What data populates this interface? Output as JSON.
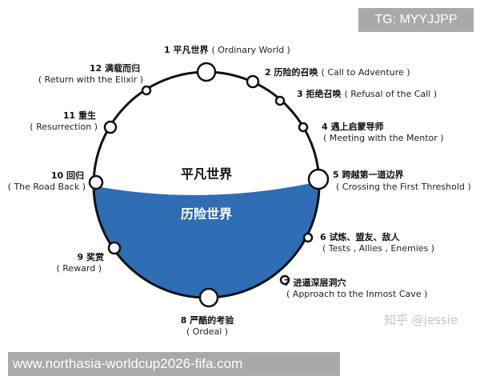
{
  "watermark_tag": "TG: MYYJJPP",
  "watermark_url": "www.northasia-worldcup2026-fifa.com",
  "credit": "知乎 @jessie",
  "regions": {
    "ordinary": "平凡世界",
    "adventure": "历险世界"
  },
  "colors": {
    "adventure_fill": "#2f6db5",
    "ring": "#111111"
  },
  "stages": [
    {
      "zh": "1 平凡世界",
      "en": "( Ordinary World )"
    },
    {
      "zh": "2 历险的召唤",
      "en": "( Call to Adventure )"
    },
    {
      "zh": "3 拒绝召唤",
      "en": "( Refusal of the Call )"
    },
    {
      "zh": "4 遇上启蒙导师",
      "en": "( Meeting with the Mentor )"
    },
    {
      "zh": "5 跨越第一道边界",
      "en": "( Crossing the First Threshold )"
    },
    {
      "zh": "6 试炼、盟友、敌人",
      "en": "( Tests , Allies , Enemies )"
    },
    {
      "zh": "7 进逼深层洞穴",
      "en": "( Approach to the Inmost Cave )"
    },
    {
      "zh": "8 严酷的考验",
      "en": "( Ordeal )"
    },
    {
      "zh": "9 奖赏",
      "en": "( Reward )"
    },
    {
      "zh": "10 回归",
      "en": "( The Road Back )"
    },
    {
      "zh": "11 重生",
      "en": "( Resurrection )"
    },
    {
      "zh": "12 满载而归",
      "en": "( Return with the Elixir )"
    }
  ]
}
